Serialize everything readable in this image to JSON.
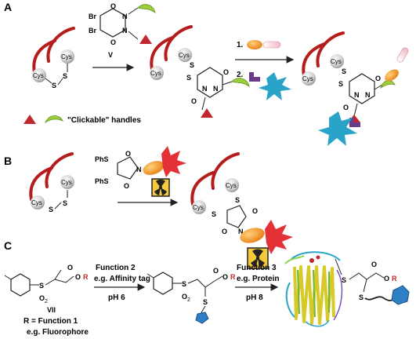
{
  "panels": {
    "a": "A",
    "b": "B",
    "c": "C"
  },
  "cys": "Cys",
  "atoms": {
    "s": "S",
    "o": "O",
    "n": "N",
    "br": "Br",
    "r": "R",
    "ph_s": "PhS",
    "o2": "O",
    "sub2": "2"
  },
  "panel_a": {
    "reagent_label": "V",
    "step1": "1.",
    "step2": "2.",
    "legend": "\"Clickable\" handles"
  },
  "panel_c": {
    "compound_label": "VII",
    "r_def": "R = Function 1",
    "r_example": "e.g. Fluorophore",
    "step1_title": "Function 2",
    "step1_example": "e.g. Affinity tag",
    "step1_ph": "pH 6",
    "step2_title": "Function 3",
    "step2_example": "e.g. Protein",
    "step2_ph": "pH 8"
  },
  "colors": {
    "ribbon": "#b51d1d",
    "triangle": "#c0282f",
    "hook": "#9ccf3b",
    "orange": "#f39a2b",
    "blue": "#2f7fc4",
    "purple": "#6a3a8c",
    "cyan": "#2aa3c8",
    "star": "#e33136"
  }
}
